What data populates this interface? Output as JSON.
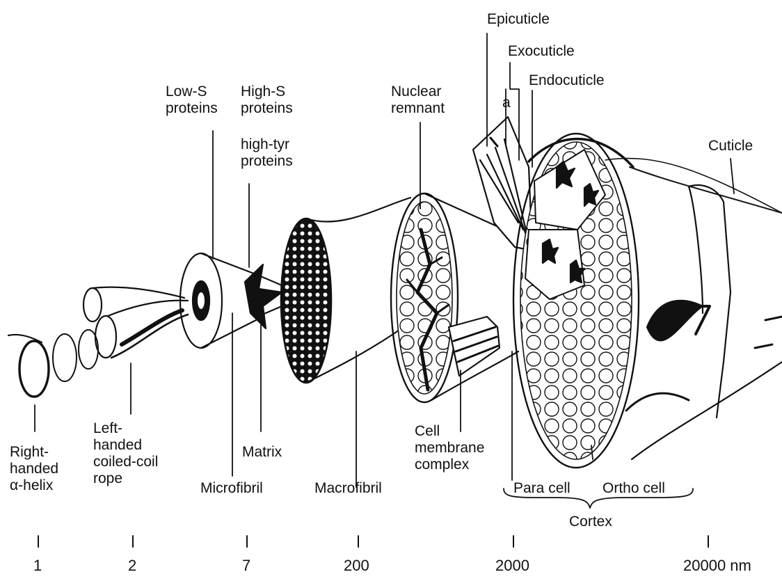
{
  "labels": {
    "right_handed": [
      "Right-",
      "handed",
      "α-helix"
    ],
    "left_handed": [
      "Left-",
      "handed",
      "coiled-coil",
      "rope"
    ],
    "low_s": [
      "Low-S",
      "proteins"
    ],
    "high_s": [
      "High-S",
      "proteins"
    ],
    "high_tyr": [
      "high-tyr",
      "proteins"
    ],
    "microfibril": "Microfibril",
    "matrix": "Matrix",
    "macrofibril": "Macrofibril",
    "nuclear_remnant": [
      "Nuclear",
      "remnant"
    ],
    "cell_membrane": [
      "Cell",
      "membrane",
      "complex"
    ],
    "epicuticle": "Epicuticle",
    "exocuticle": "Exocuticle",
    "endocuticle": "Endocuticle",
    "a_layer": "a",
    "cuticle": "Cuticle",
    "para_cell": "Para cell",
    "ortho_cell": "Ortho cell",
    "cortex": "Cortex"
  },
  "scale": {
    "values": [
      "1",
      "2",
      "7",
      "200",
      "2000",
      "20000 nm"
    ]
  }
}
